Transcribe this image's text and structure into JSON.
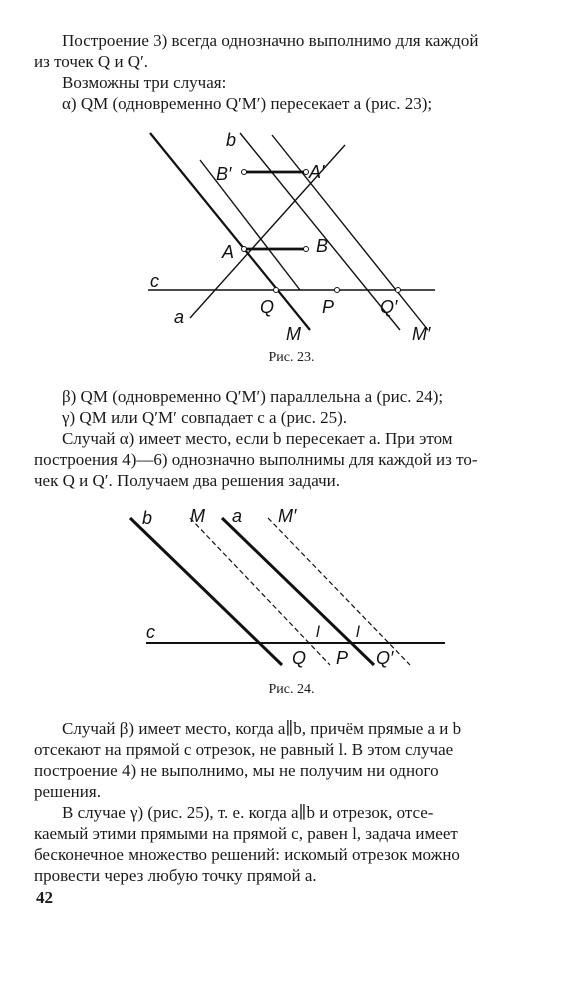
{
  "paragraph1": {
    "line1": "Построение 3) всегда однозначно выполнимо для каждой",
    "line2": "из точек Q и Q′."
  },
  "paragraph2": {
    "line1": "Возможны три случая:"
  },
  "paragraph3": {
    "line1": "α) QM (одновременно Q′M′) пересекает a (рис. 23);"
  },
  "figure23": {
    "caption": "Рис. 23.",
    "labels": {
      "b": "b",
      "B_prime": "B′",
      "A_prime": "A′",
      "A": "A",
      "B": "B",
      "c": "c",
      "a": "a",
      "Q": "Q",
      "P": "P",
      "Q_prime": "Q′",
      "M": "M",
      "M_prime": "M′"
    }
  },
  "paragraph4": {
    "line1": "β) QM (одновременно Q′M′) параллельна a (рис. 24);",
    "line2": "γ) QM или Q′M′ совпадает с a (рис. 25)."
  },
  "paragraph5": {
    "line1": "Случай α) имеет место, если b пересекает a. При этом",
    "line2": "построения 4)—6) однозначно выполнимы для каждой из то-",
    "line3": "чек Q и Q′. Получаем два решения задачи."
  },
  "figure24": {
    "caption": "Рис. 24.",
    "labels": {
      "b": "b",
      "M": "M",
      "a": "a",
      "M_prime": "M′",
      "c": "c",
      "l1": "l",
      "l2": "l",
      "Q": "Q",
      "P": "P",
      "Q_prime": "Q′"
    }
  },
  "paragraph6": {
    "line1": "Случай β) имеет место, когда a∥b, причём прямые a и b",
    "line2": "отсекают на прямой c отрезок, не равный l. В этом случае",
    "line3": "построение 4) не выполнимо, мы не получим ни одного",
    "line4": "решения."
  },
  "paragraph7": {
    "line1": "В случае γ) (рис. 25), т. е. когда a∥b и отрезок, отсе-",
    "line2": "каемый этими прямыми на прямой c, равен l, задача имеет",
    "line3": "бесконечное множество решений: искомый отрезок можно",
    "line4": "провести через любую точку прямой a."
  },
  "page_number": "42"
}
